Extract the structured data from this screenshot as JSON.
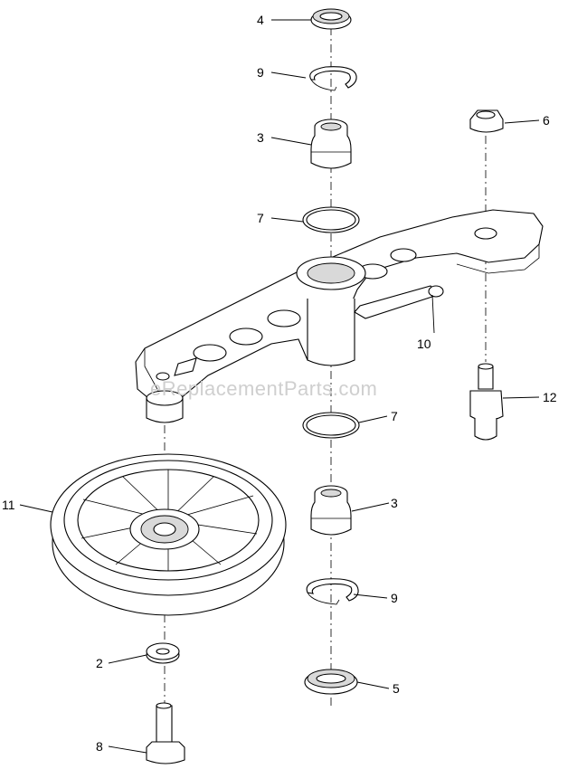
{
  "watermark": "eReplacementParts.com",
  "callouts": [
    {
      "id": "c4a",
      "label": "4"
    },
    {
      "id": "c9a",
      "label": "9"
    },
    {
      "id": "c3a",
      "label": "3"
    },
    {
      "id": "c7a",
      "label": "7"
    },
    {
      "id": "c6",
      "label": "6"
    },
    {
      "id": "c10",
      "label": "10"
    },
    {
      "id": "c12",
      "label": "12"
    },
    {
      "id": "c7b",
      "label": "7"
    },
    {
      "id": "c11",
      "label": "11"
    },
    {
      "id": "c3b",
      "label": "3"
    },
    {
      "id": "c9b",
      "label": "9"
    },
    {
      "id": "c2",
      "label": "2"
    },
    {
      "id": "c5",
      "label": "5"
    },
    {
      "id": "c8",
      "label": "8"
    }
  ]
}
